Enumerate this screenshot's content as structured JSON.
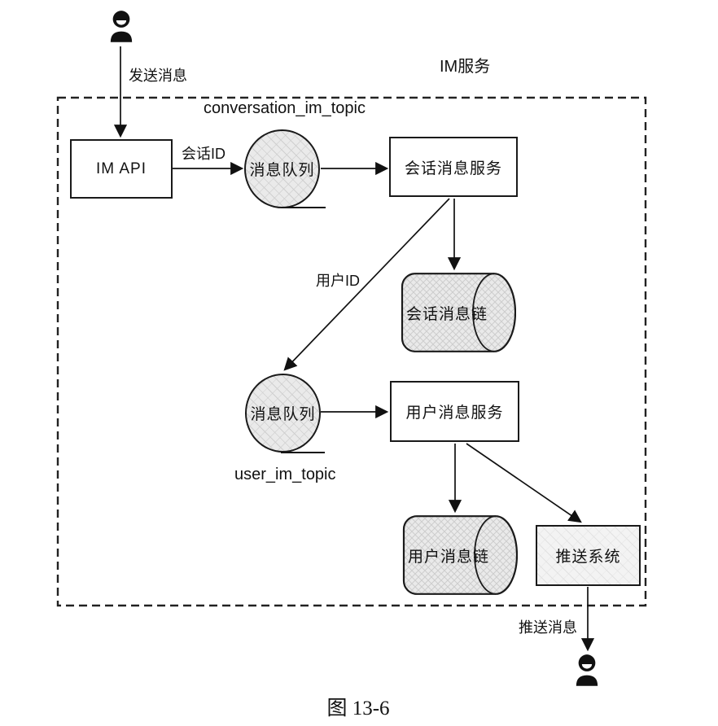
{
  "figure": {
    "caption": "图 13-6",
    "system_label": "IM服务"
  },
  "nodes": {
    "im_api": {
      "label": "IM API"
    },
    "conversation_queue": {
      "label": "消息队列",
      "topic": "conversation_im_topic"
    },
    "conversation_service": {
      "label": "会话消息服务"
    },
    "conversation_chain": {
      "label": "会话消息链"
    },
    "user_queue": {
      "label": "消息队列",
      "topic": "user_im_topic"
    },
    "user_service": {
      "label": "用户消息服务"
    },
    "user_chain": {
      "label": "用户消息链"
    },
    "push_system": {
      "label": "推送系统"
    }
  },
  "edges": {
    "send_message": "发送消息",
    "conversation_id": "会话ID",
    "user_id": "用户ID",
    "push_message": "推送消息"
  },
  "icons": {
    "sender": "user-icon",
    "receiver": "user-icon"
  },
  "colors": {
    "line": "#1a1a1a",
    "queue_fill": "#eaeaea",
    "push_fill": "#f3f3f3",
    "background": "#ffffff"
  }
}
